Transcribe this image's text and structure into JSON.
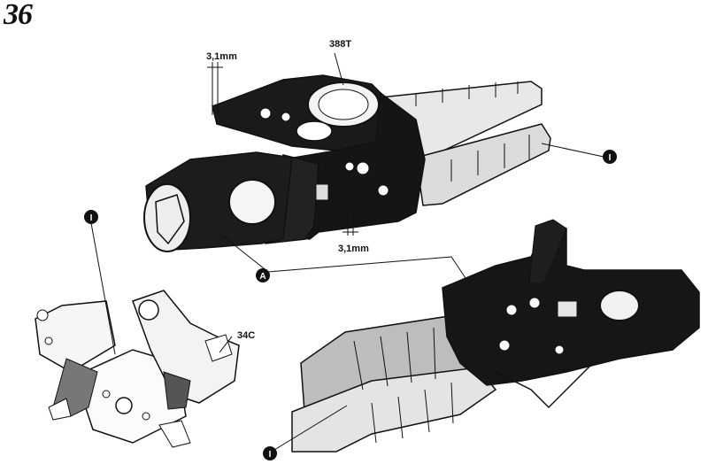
{
  "step": "36",
  "labels": {
    "dim_top": "3,1mm",
    "dim_bottom": "3,1mm",
    "part_top": "388T",
    "part_left": "34C",
    "callout_i": "I",
    "callout_a": "A"
  }
}
